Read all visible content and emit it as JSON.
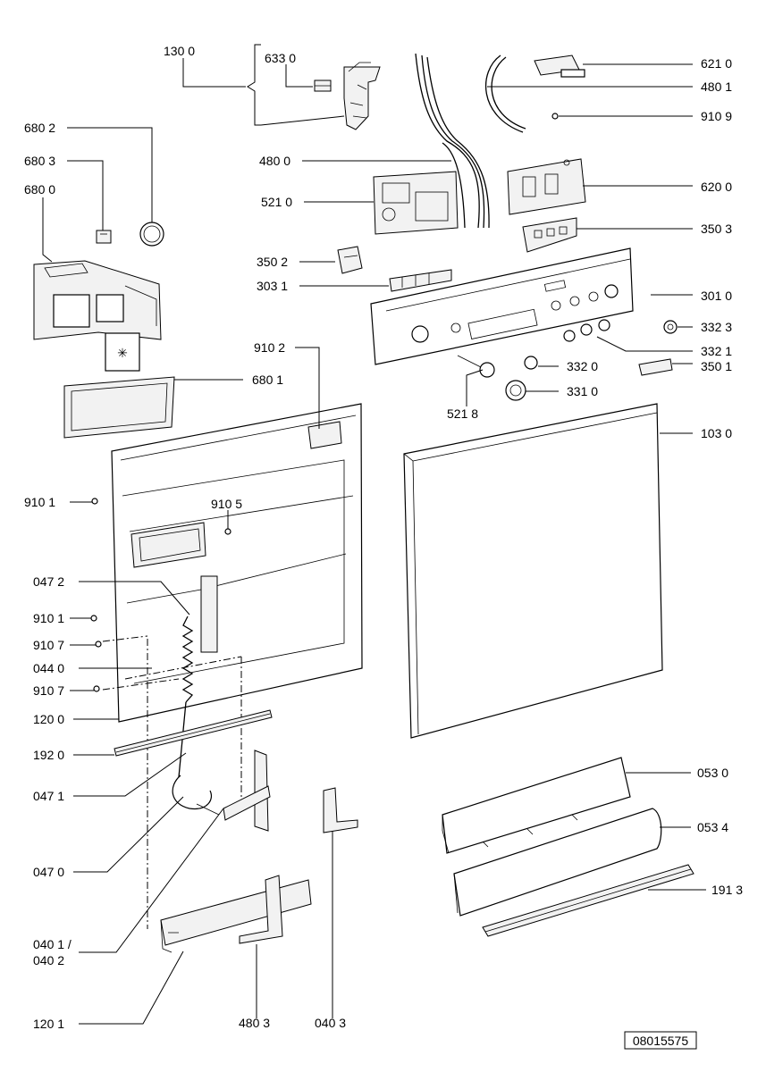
{
  "labels": {
    "l1300": "130 0",
    "l6330": "633 0",
    "l6802": "680 2",
    "l6803": "680 3",
    "l6800": "680 0",
    "l6210": "621 0",
    "l4801": "480 1",
    "l9109": "910 9",
    "l4800": "480 0",
    "l5210": "521 0",
    "l6200": "620 0",
    "l3503": "350 3",
    "l3502": "350 2",
    "l3031": "303 1",
    "l3010": "301 0",
    "l3323": "332 3",
    "l9102": "910 2",
    "l3321": "332 1",
    "l3320": "332 0",
    "l3501": "350 1",
    "l6801": "680 1",
    "l3310": "331 0",
    "l5218": "521 8",
    "l1030": "103 0",
    "l9101a": "910 1",
    "l9105": "910 5",
    "l0472": "047 2",
    "l9101b": "910 1",
    "l9107a": "910 7",
    "l0440": "044 0",
    "l9107b": "910 7",
    "l1200": "120 0",
    "l1920": "192 0",
    "l0530": "053 0",
    "l0471": "047 1",
    "l0534": "053 4",
    "l0470": "047 0",
    "l1913": "191 3",
    "l0401": "040 1 /",
    "l0402": "040 2",
    "l1201": "120 1",
    "l4803": "480 3",
    "l0403": "040 3",
    "doc_code": "08015575"
  }
}
